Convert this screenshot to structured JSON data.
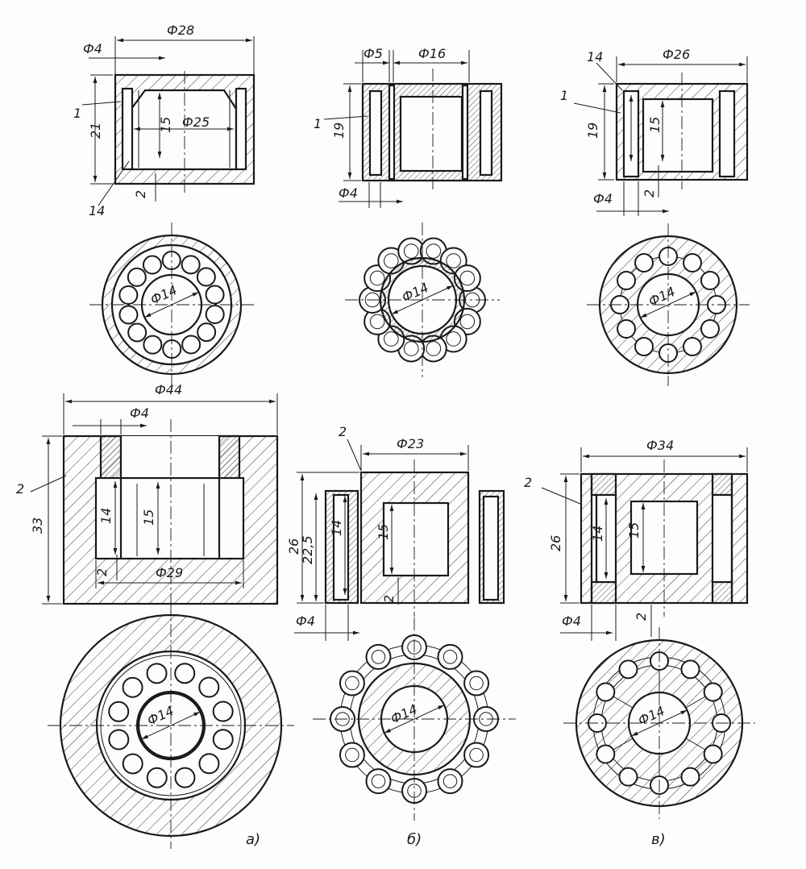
{
  "labels": {
    "a1_d_outer": "Ф28",
    "a1_d_hole": "Ф4",
    "a1_h": "21",
    "a1_inner_h": "15",
    "a1_d_inner": "Ф25",
    "a1_gap": "2",
    "a1_ref1": "1",
    "a1_ref14": "14",
    "a1_bore": "Ф14",
    "b1_d_hole": "Ф5",
    "b1_d_inner": "Ф16",
    "b1_h": "19",
    "b1_ref1": "1",
    "b1_d_small": "Ф4",
    "b1_bore": "Ф14",
    "c1_ref14": "14",
    "c1_d_outer": "Ф26",
    "c1_ref1": "1",
    "c1_h": "19",
    "c1_inner_h": "15",
    "c1_d_small": "Ф4",
    "c1_gap": "2",
    "c1_bore": "Ф14",
    "a2_d_outer": "Ф44",
    "a2_d_hole": "Ф4",
    "a2_ref2": "2",
    "a2_h": "33",
    "a2_h14": "14",
    "a2_h15": "15",
    "a2_gap": "2",
    "a2_d_inner": "Ф29",
    "a2_bore": "Ф14",
    "b2_ref2": "2",
    "b2_d_outer": "Ф23",
    "b2_h26": "26",
    "b2_h225": "22,5",
    "b2_h14": "14",
    "b2_h15": "15",
    "b2_gap": "2",
    "b2_d_small": "Ф4",
    "b2_bore": "Ф14",
    "c2_d_outer": "Ф34",
    "c2_ref2": "2",
    "c2_h26": "26",
    "c2_h14": "14",
    "c2_h15": "15",
    "c2_d_small": "Ф4",
    "c2_gap": "2",
    "c2_bore": "Ф14"
  },
  "captions": {
    "a": "а)",
    "b": "б)",
    "c": "в)"
  }
}
